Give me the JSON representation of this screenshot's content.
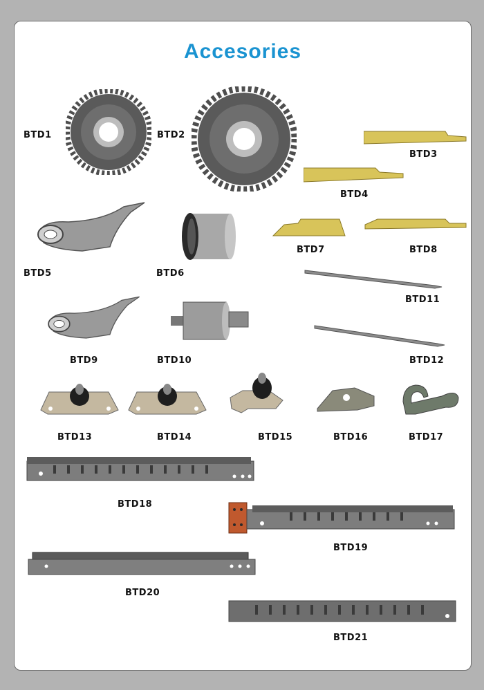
{
  "page": {
    "title": "Accesories",
    "title_color": "#1a93d1",
    "background": "#b3b3b3"
  },
  "items": [
    {
      "code": "BTD1",
      "shape": "gear-large"
    },
    {
      "code": "BTD2",
      "shape": "gear-large"
    },
    {
      "code": "BTD3",
      "shape": "yellow-blade"
    },
    {
      "code": "BTD4",
      "shape": "yellow-blade"
    },
    {
      "code": "BTD5",
      "shape": "cam-lever"
    },
    {
      "code": "BTD6",
      "shape": "bushing"
    },
    {
      "code": "BTD7",
      "shape": "yellow-blade"
    },
    {
      "code": "BTD8",
      "shape": "yellow-blade"
    },
    {
      "code": "BTD9",
      "shape": "cam-lever"
    },
    {
      "code": "BTD10",
      "shape": "roller"
    },
    {
      "code": "BTD11",
      "shape": "needle-strip"
    },
    {
      "code": "BTD12",
      "shape": "needle-strip"
    },
    {
      "code": "BTD13",
      "shape": "bracket"
    },
    {
      "code": "BTD14",
      "shape": "bracket"
    },
    {
      "code": "BTD15",
      "shape": "bracket"
    },
    {
      "code": "BTD16",
      "shape": "hook-plate"
    },
    {
      "code": "BTD17",
      "shape": "hook"
    },
    {
      "code": "BTD18",
      "shape": "rack-bar"
    },
    {
      "code": "BTD19",
      "shape": "rack-bar"
    },
    {
      "code": "BTD20",
      "shape": "rail-bar"
    },
    {
      "code": "BTD21",
      "shape": "rack-bar"
    }
  ]
}
